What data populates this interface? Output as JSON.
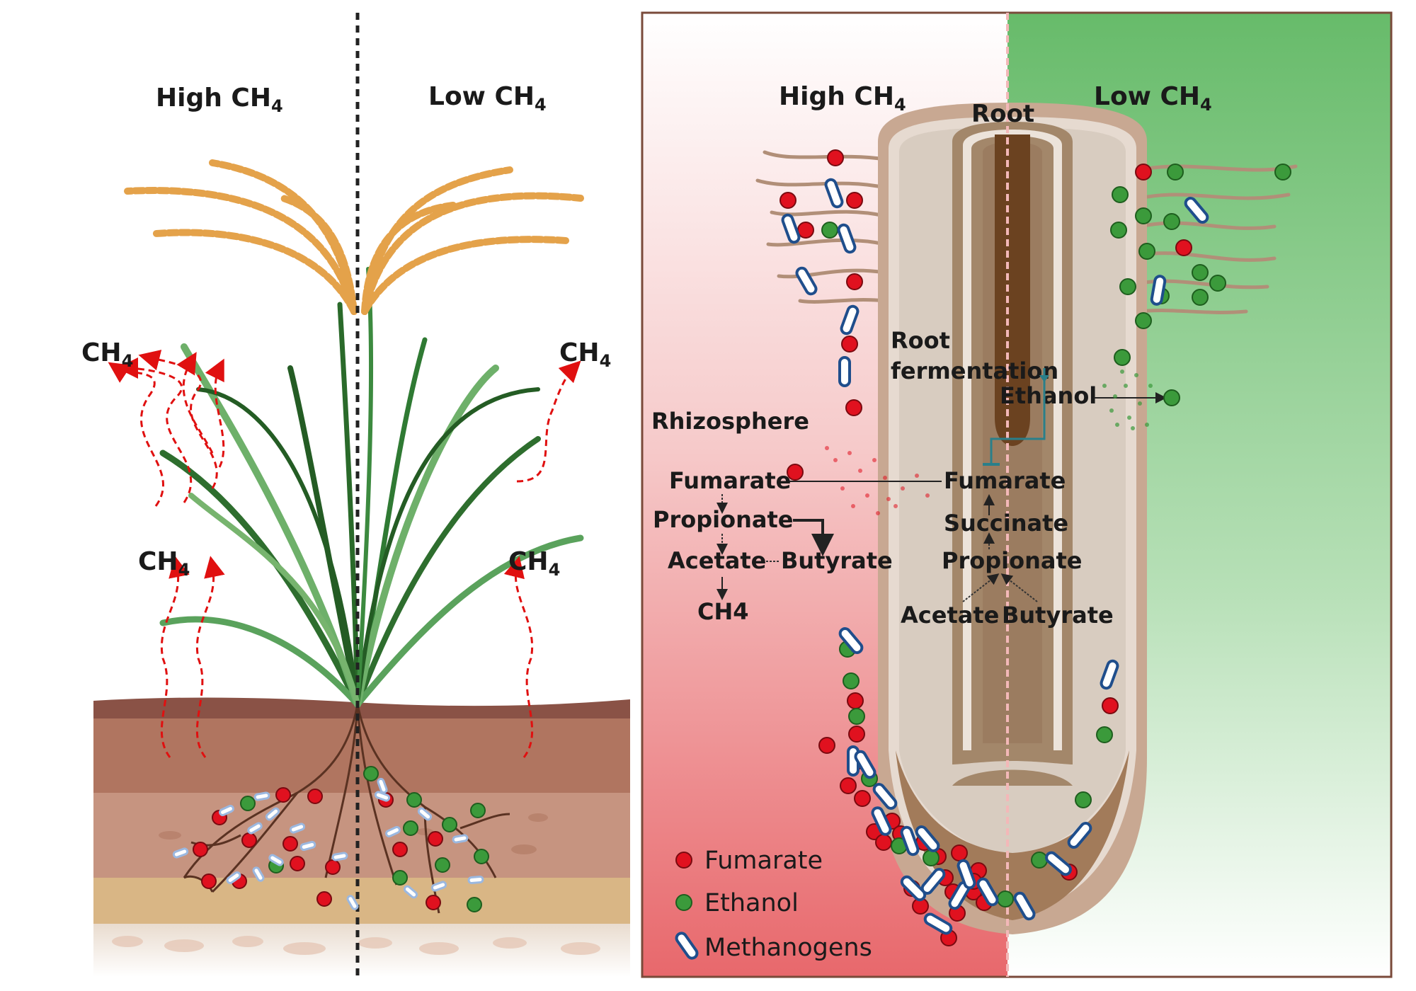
{
  "left_panel": {
    "high_title": "High CH",
    "low_title": "Low CH",
    "sub": "4",
    "ch4_labels": [
      {
        "text": "CH",
        "sub": "4"
      },
      {
        "text": "CH",
        "sub": "4"
      },
      {
        "text": "CH",
        "sub": "4"
      },
      {
        "text": "CH",
        "sub": "4"
      }
    ]
  },
  "right_panel": {
    "high_title": "High CH",
    "low_title": "Low CH",
    "sub": "4",
    "root": "Root",
    "root_fermentation_1": "Root",
    "root_fermentation_2": "fermentation",
    "ethanol": "Ethanol",
    "rhizosphere": "Rhizosphere",
    "left_pathway": {
      "fumarate": "Fumarate",
      "propionate": "Propionate",
      "acetate": "Acetate",
      "butyrate": "Butyrate",
      "ch4": "CH4"
    },
    "root_pathway": {
      "fumarate": "Fumarate",
      "succinate": "Succinate",
      "propionate": "Propionate",
      "acetate": "Acetate",
      "butyrate": "Butyrate"
    },
    "legend": [
      {
        "label": "Fumarate",
        "icon": "red-dot-icon"
      },
      {
        "label": "Ethanol",
        "icon": "green-dot-icon"
      },
      {
        "label": "Methanogens",
        "icon": "methanogen-rod-icon"
      }
    ]
  },
  "colors": {
    "fumarate": "#e0111f",
    "ethanol": "#3b9a3b",
    "methanogen_stroke": "#1f4e8c",
    "ch4_arrow": "#e01010",
    "high_bg": "#e8686c",
    "low_bg": "#67bb6a",
    "frame": "#7a4a3a"
  }
}
